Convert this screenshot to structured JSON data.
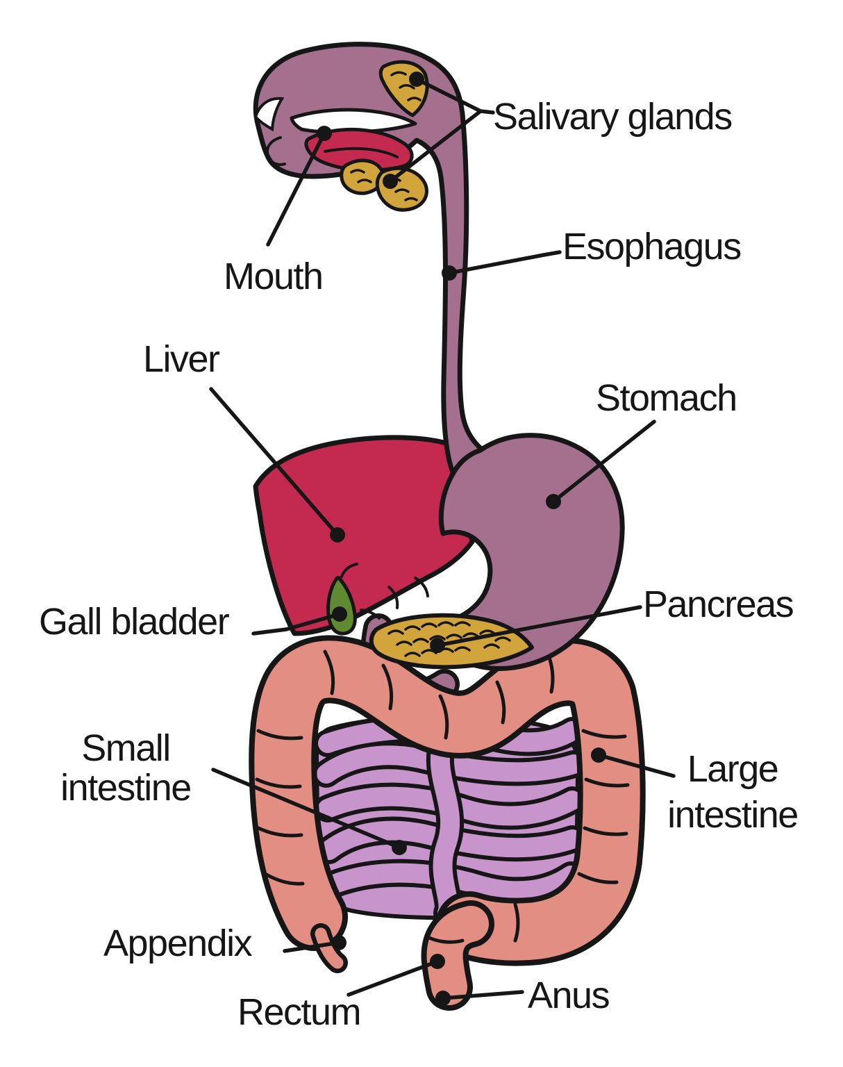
{
  "labels": {
    "salivary_glands": {
      "text": "Salivary glands"
    },
    "mouth": {
      "text": "Mouth"
    },
    "esophagus": {
      "text": "Esophagus"
    },
    "liver": {
      "text": "Liver"
    },
    "stomach": {
      "text": "Stomach"
    },
    "gall_bladder": {
      "text": "Gall bladder"
    },
    "pancreas": {
      "text": "Pancreas"
    },
    "small_intestine": {
      "line1": "Small",
      "line2": "intestine"
    },
    "large_intestine": {
      "line1": "Large",
      "line2": "intestine"
    },
    "appendix": {
      "text": "Appendix"
    },
    "rectum": {
      "text": "Rectum"
    },
    "anus": {
      "text": "Anus"
    }
  },
  "colors": {
    "background": "#ffffff",
    "outline": "#161616",
    "text": "#161616",
    "mouth_esophagus_stomach": "#a4708e",
    "tongue_liver": "#c42a50",
    "salivary_pancreas": "#d2a43c",
    "gall_bladder": "#5f8a32",
    "large_intestine": "#e28e82",
    "small_intestine": "#c795cb"
  }
}
